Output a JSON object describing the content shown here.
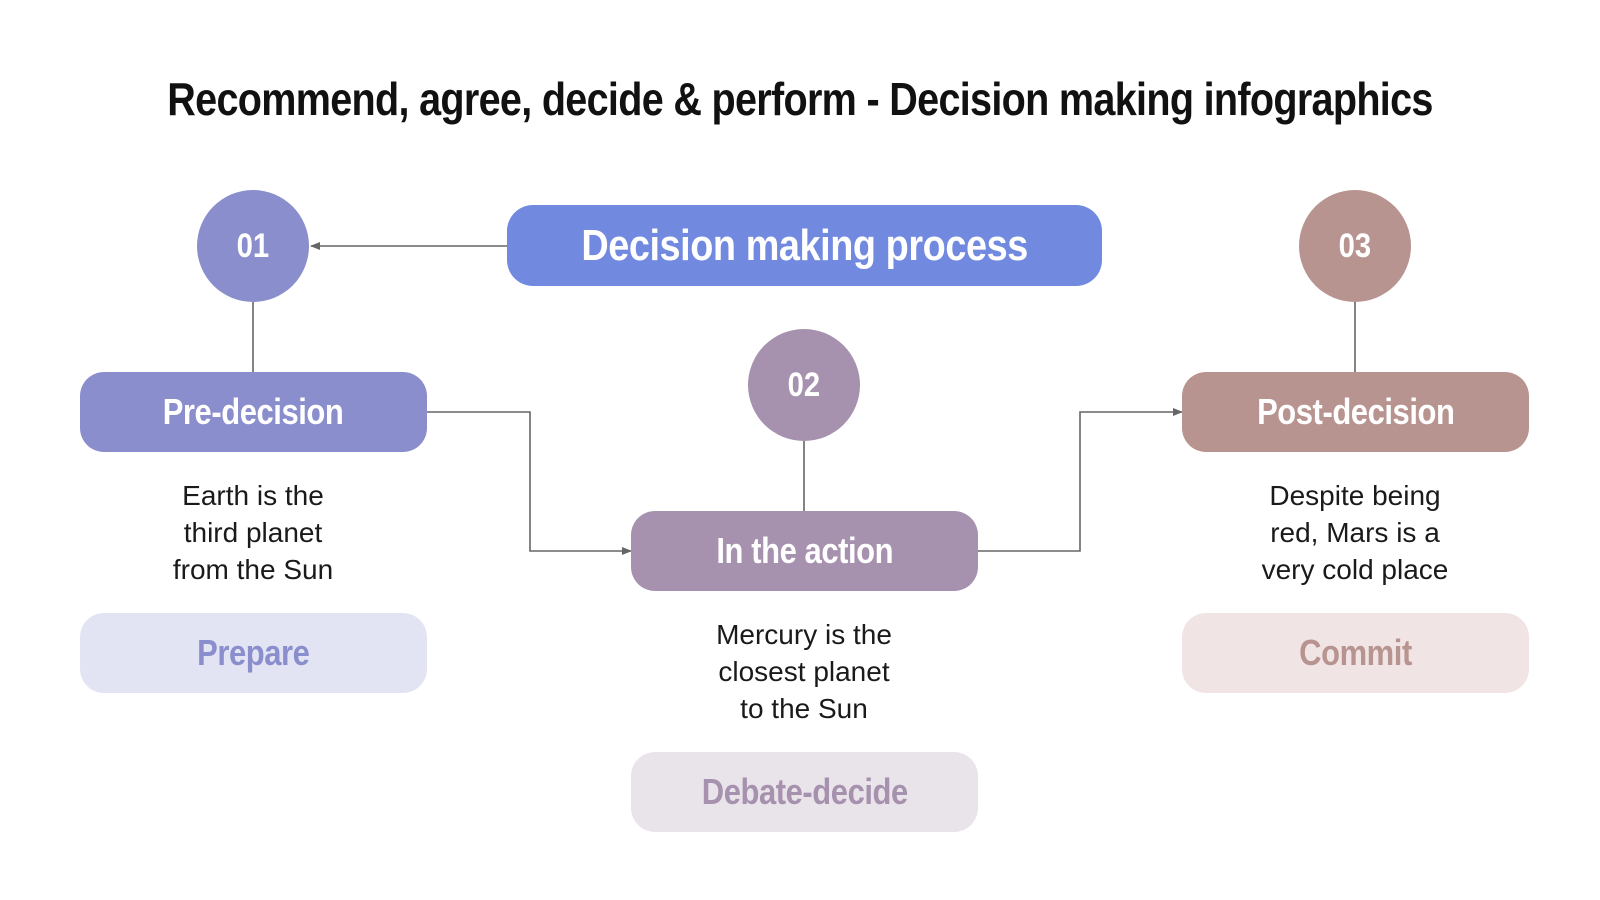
{
  "title": "Recommend, agree, decide & perform - Decision making infographics",
  "header_box": {
    "label": "Decision making process",
    "color": "#7189df"
  },
  "steps": [
    {
      "number": "01",
      "label": "Pre-decision",
      "description": "Earth is the\nthird planet\nfrom the Sun",
      "tag": "Prepare",
      "color": "#8a8ecc",
      "tag_bg": "#e3e4f3",
      "tag_text_color": "#8a8ecc"
    },
    {
      "number": "02",
      "label": "In the action",
      "description": "Mercury is the\nclosest planet\nto the Sun",
      "tag": "Debate-decide",
      "color": "#a692ae",
      "tag_bg": "#e9e3ea",
      "tag_text_color": "#a692ae"
    },
    {
      "number": "03",
      "label": "Post-decision",
      "description": "Despite being\nred, Mars is a\nvery cold place",
      "tag": "Commit",
      "color": "#b89490",
      "tag_bg": "#f0e5e4",
      "tag_text_color": "#b89490"
    }
  ],
  "connector_color": "#666666"
}
